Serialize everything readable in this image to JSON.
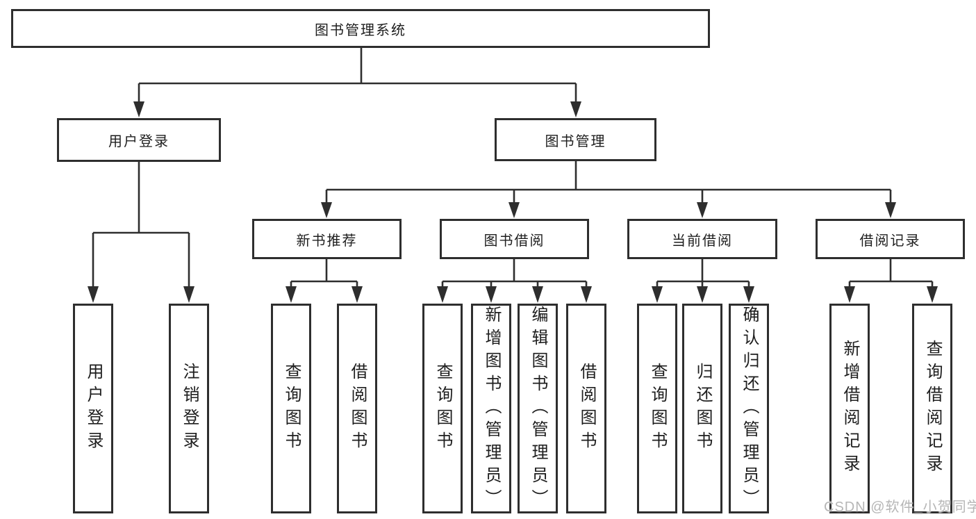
{
  "colors": {
    "line": "#2e2e2e",
    "box_fill": "#ffffff",
    "text": "#1e1e1e",
    "watermark": "#b6b6b6",
    "page_bg": "#ffffff"
  },
  "watermark": "CSDN @软件_小贺同学",
  "tree": {
    "root": "图书管理系统",
    "children": [
      {
        "label": "用户登录",
        "children": [
          {
            "label": "用户登录"
          },
          {
            "label": "注销登录"
          }
        ]
      },
      {
        "label": "图书管理",
        "children": [
          {
            "label": "新书推荐",
            "children": [
              {
                "label": "查询图书"
              },
              {
                "label": "借阅图书"
              }
            ]
          },
          {
            "label": "图书借阅",
            "children": [
              {
                "label": "查询图书"
              },
              {
                "label": "新增图书（管理员）"
              },
              {
                "label": "编辑图书（管理员）"
              },
              {
                "label": "借阅图书"
              }
            ]
          },
          {
            "label": "当前借阅",
            "children": [
              {
                "label": "查询图书"
              },
              {
                "label": "归还图书"
              },
              {
                "label": "确认归还（管理员）"
              }
            ]
          },
          {
            "label": "借阅记录",
            "children": [
              {
                "label": "新增借阅记录"
              },
              {
                "label": "查询借阅记录"
              }
            ]
          }
        ]
      }
    ]
  }
}
